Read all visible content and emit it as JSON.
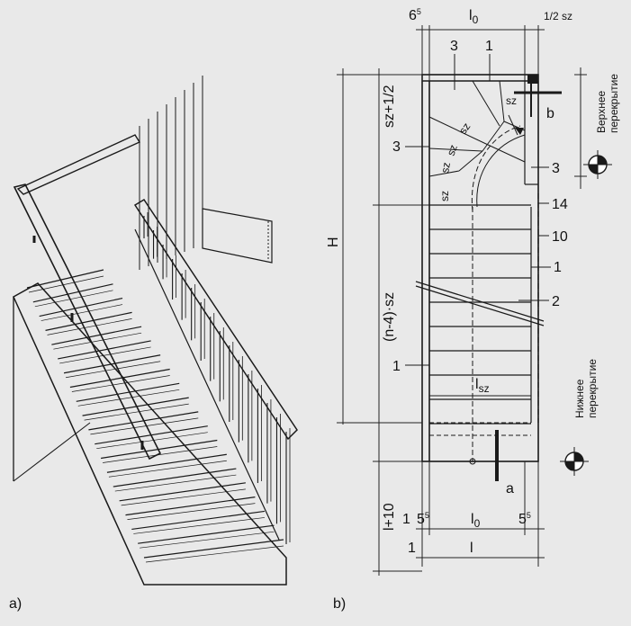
{
  "colors": {
    "background": "#e9e9e9",
    "ink": "#1a1a1a"
  },
  "panel_a": {
    "label": "a)"
  },
  "panel_b": {
    "label": "b)",
    "dims_top": {
      "left": "6",
      "left_sup": "5",
      "mid": "l",
      "mid_sub": "0",
      "right": "1/2 sz"
    },
    "dims_left": {
      "upper": "sz+1/2",
      "overall": "H",
      "lower": "(n-4)·sz",
      "bottom": "l+10"
    },
    "dims_bottom": {
      "one_a": "1",
      "left": "5",
      "left_sup": "5",
      "mid": "l",
      "mid_sub": "0",
      "right": "5",
      "right_sup": "5",
      "one_b": "1",
      "l": "l"
    },
    "plan_labels": {
      "three_top": "3",
      "one_top": "1",
      "three_left": "3",
      "three_right": "3",
      "fourteen": "14",
      "ten": "10",
      "one_right": "1",
      "two": "2",
      "one_left": "1",
      "lsz": "l",
      "lsz_sub": "sz"
    },
    "sz_marks": [
      "sz",
      "sz",
      "sz",
      "sz",
      "sz"
    ],
    "section_marks": {
      "a": "a",
      "b": "b"
    },
    "side_text": {
      "upper_floor": [
        "Верхнее",
        "перекрытие"
      ],
      "lower_floor": [
        "Нижнее",
        "перекрытие"
      ]
    }
  }
}
